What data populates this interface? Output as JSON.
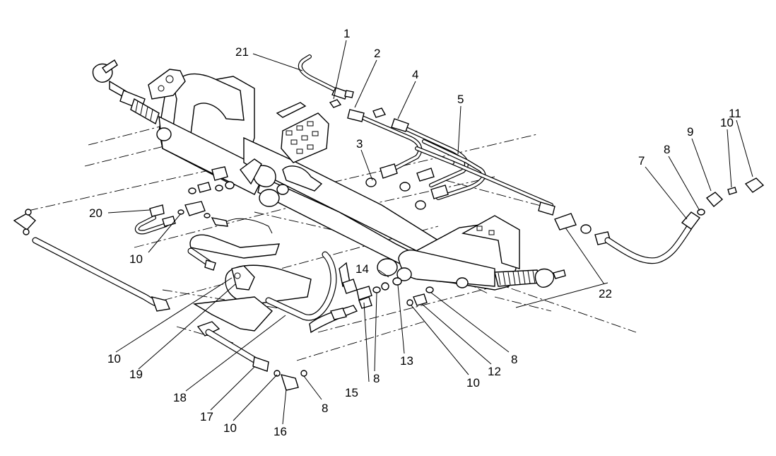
{
  "callouts": [
    "1",
    "2",
    "3",
    "4",
    "5",
    "7",
    "8",
    "9",
    "10",
    "11",
    "20",
    "21",
    "22",
    "14",
    "10",
    "10",
    "19",
    "18",
    "17",
    "10",
    "16",
    "8",
    "15",
    "8",
    "13",
    "10",
    "12",
    "8"
  ]
}
